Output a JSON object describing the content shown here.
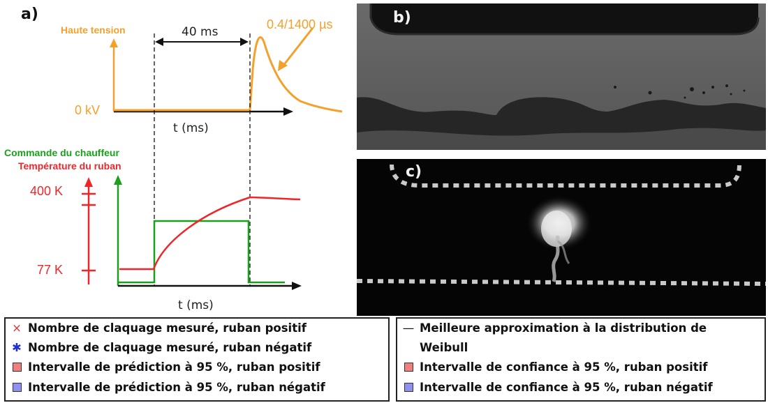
{
  "panel_a": {
    "label": "a)",
    "high_voltage_label": "Haute tension",
    "pulse_label": "0.4/1400 µs",
    "duration_label": "40 ms",
    "zero_kv_label": "0 kV",
    "time_label_top": "t (ms)",
    "heater_command_label": "Commande du chauffeur",
    "tape_temperature_label": "Température du ruban",
    "temp_high_label": "400 K",
    "temp_low_label": "77 K",
    "time_label_bottom": "t (ms)",
    "colors": {
      "voltage": "#f4a02a",
      "heater": "#1aa01a",
      "temperature": "#f0252a"
    }
  },
  "panel_b": {
    "label": "b)"
  },
  "panel_c": {
    "label": "c)"
  },
  "legend_left": {
    "items": [
      {
        "marker": "×",
        "marker_color": "#e53030",
        "text": "Nombre de claquage mesuré, ruban positif"
      },
      {
        "marker": "✱",
        "marker_color": "#2030d0",
        "text": "Nombre de claquage mesuré, ruban négatif"
      },
      {
        "marker": "square",
        "marker_color": "#f08080",
        "text": "Intervalle de prédiction à 95 %, ruban positif"
      },
      {
        "marker": "square",
        "marker_color": "#9090f0",
        "text": "Intervalle de prédiction à 95 %, ruban négatif"
      }
    ]
  },
  "legend_right": {
    "items": [
      {
        "marker": "—",
        "marker_color": "#111111",
        "text": "Meilleure approximation à la distribution de"
      },
      {
        "marker": "",
        "marker_color": "",
        "text": "Weibull"
      },
      {
        "marker": "square",
        "marker_color": "#f08080",
        "text": "Intervalle de confiance à 95 %, ruban positif"
      },
      {
        "marker": "square",
        "marker_color": "#9090f0",
        "text": "Intervalle de confiance à 95 %, ruban négatif"
      }
    ]
  }
}
